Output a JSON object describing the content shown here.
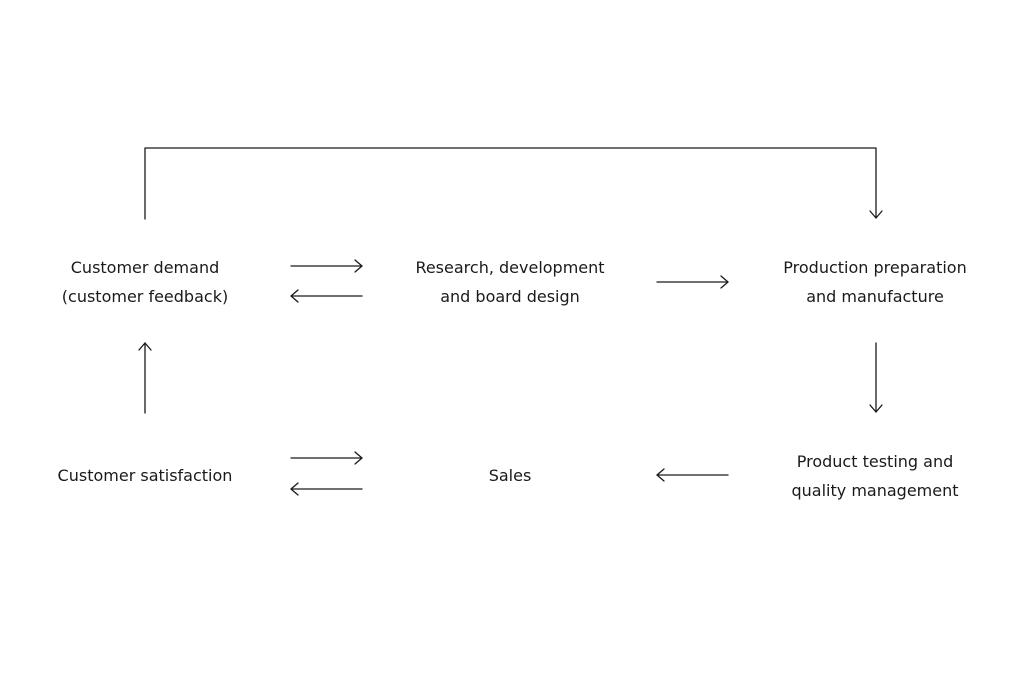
{
  "diagram": {
    "nodes": {
      "customer_demand": {
        "line1": "Customer demand",
        "line2": "(customer feedback)"
      },
      "research": {
        "line1": "Research, development",
        "line2": "and board design"
      },
      "production": {
        "line1": "Production preparation",
        "line2": "and manufacture"
      },
      "customer_satisfaction": {
        "line1": "Customer satisfaction"
      },
      "sales": {
        "line1": "Sales"
      },
      "testing": {
        "line1": "Product testing and",
        "line2": "quality management"
      }
    },
    "edges": [
      {
        "from": "customer_demand",
        "to": "research"
      },
      {
        "from": "research",
        "to": "customer_demand"
      },
      {
        "from": "research",
        "to": "production"
      },
      {
        "from": "customer_demand",
        "to": "production"
      },
      {
        "from": "production",
        "to": "testing"
      },
      {
        "from": "testing",
        "to": "sales"
      },
      {
        "from": "customer_satisfaction",
        "to": "sales"
      },
      {
        "from": "sales",
        "to": "customer_satisfaction"
      },
      {
        "from": "customer_satisfaction",
        "to": "customer_demand"
      }
    ],
    "colors": {
      "line": "#1a1a1a",
      "text": "#1a1a1a",
      "background": "#ffffff"
    }
  }
}
